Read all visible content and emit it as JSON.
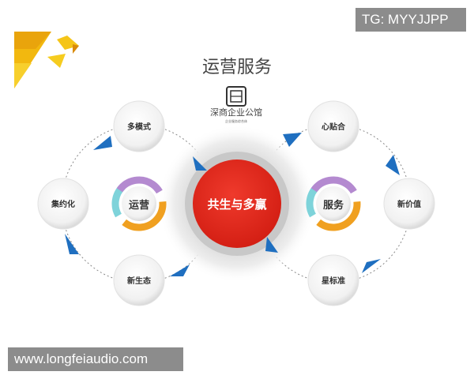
{
  "title": "运营服务",
  "logo": {
    "name": "深商企业公馆",
    "subtitle": "企业服务综合体",
    "icon": "seal-icon"
  },
  "center": {
    "label": "共生与多赢",
    "color": "#e02a1f"
  },
  "left": {
    "hub": "运营",
    "nodes": [
      "多模式",
      "集约化",
      "新生态"
    ]
  },
  "right": {
    "hub": "服务",
    "nodes": [
      "心贴合",
      "新价值",
      "星标准"
    ]
  },
  "colors": {
    "arrow": "#1f6fc0",
    "ring_purple": "#b48ad0",
    "ring_orange": "#f0a020",
    "ring_cyan": "#7ed3da",
    "logo_yellow": "#f2b80f"
  },
  "watermarks": {
    "top_right": "TG: MYYJJPP",
    "bottom_left": "www.longfeiaudio.com"
  }
}
